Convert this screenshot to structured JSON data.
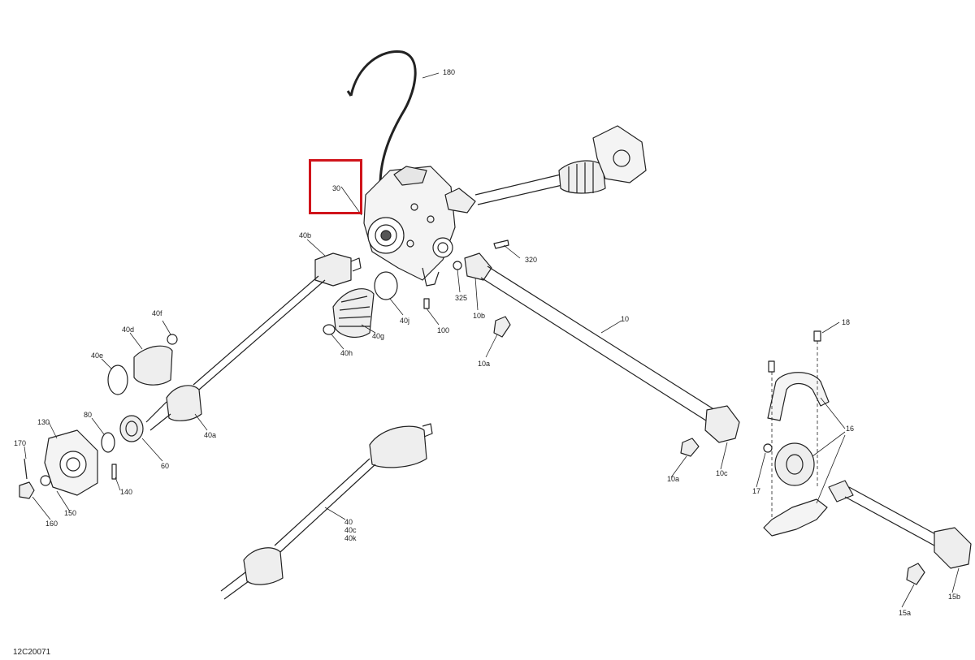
{
  "diagram": {
    "code": "12C20071",
    "highlight_color": "#d0141b",
    "highlighted_part": "30",
    "callouts": [
      "180",
      "30",
      "40b",
      "320",
      "325",
      "10b",
      "100",
      "40j",
      "40g",
      "40h",
      "40f",
      "40d",
      "40e",
      "10a",
      "10",
      "18",
      "80",
      "130",
      "170",
      "60",
      "40a",
      "140",
      "150",
      "160",
      "40",
      "40c",
      "40k",
      "10a",
      "10c",
      "17",
      "16",
      "15a",
      "15b"
    ]
  }
}
